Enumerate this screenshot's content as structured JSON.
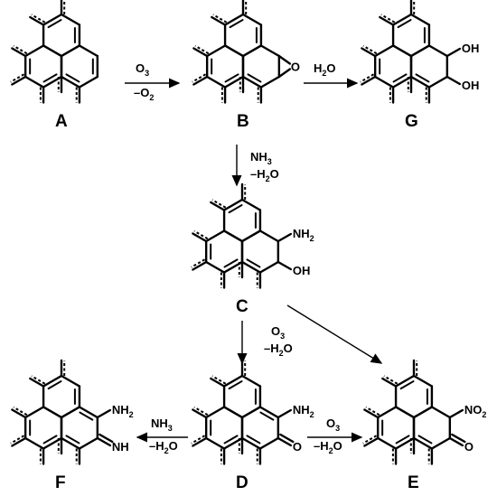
{
  "compounds": [
    {
      "id": "A",
      "label": "A",
      "groups": []
    },
    {
      "id": "B",
      "label": "B",
      "groups": [
        {
          "text": "O"
        }
      ]
    },
    {
      "id": "G",
      "label": "G",
      "groups": [
        {
          "text": "OH"
        },
        {
          "text": "OH"
        }
      ]
    },
    {
      "id": "C",
      "label": "C",
      "groups": [
        {
          "text": "NH",
          "sub": "2"
        },
        {
          "text": "OH"
        }
      ]
    },
    {
      "id": "D",
      "label": "D",
      "groups": [
        {
          "text": "NH",
          "sub": "2"
        },
        {
          "text": "O"
        }
      ]
    },
    {
      "id": "E",
      "label": "E",
      "groups": [
        {
          "text": "NO",
          "sub": "2"
        },
        {
          "text": "O"
        }
      ]
    },
    {
      "id": "F",
      "label": "F",
      "groups": [
        {
          "text": "NH",
          "sub": "2"
        },
        {
          "text": "NH"
        }
      ]
    }
  ],
  "reactions": [
    {
      "from": "A",
      "to": "B",
      "top": {
        "text": "O",
        "sub": "3"
      },
      "bottom": {
        "text": "–O",
        "sub": "2"
      }
    },
    {
      "from": "B",
      "to": "G",
      "top": {
        "text": "H",
        "sub": "2",
        "tail": "O"
      },
      "bottom": null
    },
    {
      "from": "B",
      "to": "C",
      "top": {
        "text": "NH",
        "sub": "3"
      },
      "bottom": {
        "text": "–H",
        "sub": "2",
        "tail": "O"
      }
    },
    {
      "from": "C",
      "to": "D",
      "top": {
        "text": "O",
        "sub": "3"
      },
      "bottom": {
        "text": "–H",
        "sub": "2",
        "tail": "O"
      }
    },
    {
      "from": "C",
      "to": "E",
      "top": null,
      "bottom": null
    },
    {
      "from": "D",
      "to": "F",
      "top": {
        "text": "NH",
        "sub": "3"
      },
      "bottom": {
        "text": "–H",
        "sub": "2",
        "tail": "O"
      }
    },
    {
      "from": "D",
      "to": "E",
      "top": {
        "text": "O",
        "sub": "3"
      },
      "bottom": {
        "text": "–H",
        "sub": "2",
        "tail": "O"
      }
    }
  ]
}
